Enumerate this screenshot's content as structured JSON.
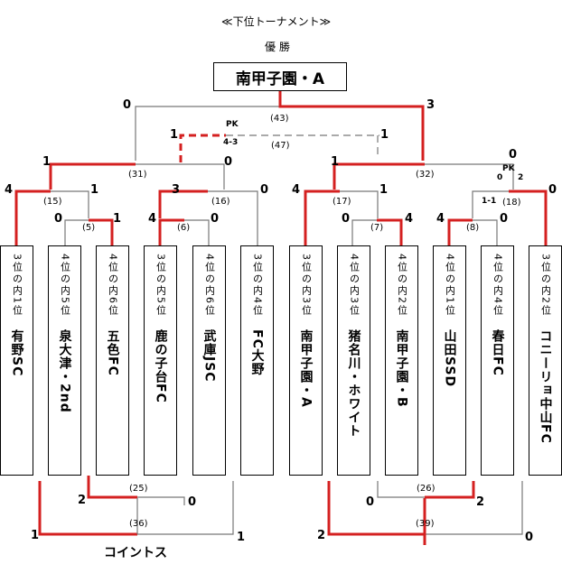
{
  "title": "≪下位トーナメント≫",
  "champion_label": "優 勝",
  "champion": "南甲子園・A",
  "teams": [
    {
      "rank": "3位の内1位",
      "name": "有野SC"
    },
    {
      "rank": "4位の内5位",
      "name": "泉大津・2nd"
    },
    {
      "rank": "4位の内6位",
      "name": "五色FC"
    },
    {
      "rank": "3位の内5位",
      "name": "鹿の子台FC"
    },
    {
      "rank": "4位の内6位",
      "name": "武庫JSC"
    },
    {
      "rank": "3位の内4位",
      "name": "FC大野"
    },
    {
      "rank": "3位の内3位",
      "name": "南甲子園・A"
    },
    {
      "rank": "4位の内3位",
      "name": "猪名川・ホワイト"
    },
    {
      "rank": "4位の内2位",
      "name": "南甲子園・B"
    },
    {
      "rank": "4位の内1位",
      "name": "山田SSD"
    },
    {
      "rank": "4位の内4位",
      "name": "春日FC"
    },
    {
      "rank": "3位の内2位",
      "name": "コニーリョ中山FC"
    }
  ],
  "matches": {
    "m5": {
      "no": "(5)",
      "left": "0",
      "right": "1"
    },
    "m6": {
      "no": "(6)",
      "left": "4",
      "right": "0"
    },
    "m7": {
      "no": "(7)",
      "left": "0",
      "right": "4"
    },
    "m8": {
      "no": "(8)",
      "left": "4",
      "right": "0"
    },
    "m15": {
      "no": "(15)",
      "left": "4",
      "right": "1"
    },
    "m16": {
      "no": "(16)",
      "left": "3",
      "right": "0"
    },
    "m17": {
      "no": "(17)",
      "left": "4",
      "right": "1"
    },
    "m18": {
      "no": "(18)",
      "left": "1-1",
      "right": "0"
    },
    "m31": {
      "no": "(31)",
      "left": "1",
      "right": "0"
    },
    "m32": {
      "no": "(32)",
      "left": "1",
      "right": "0"
    },
    "m43": {
      "no": "(43)",
      "left": "0",
      "right": "3"
    },
    "m47": {
      "no": "(47)",
      "left": "1",
      "right": "1"
    },
    "m25": {
      "no": "(25)",
      "left": "2",
      "right": "0"
    },
    "m26": {
      "no": "(26)",
      "left": "0",
      "right": "2"
    },
    "m36": {
      "no": "(36)",
      "left": "1",
      "right": "1"
    },
    "m39": {
      "no": "(39)",
      "left": "2",
      "right": "0"
    }
  },
  "pk47": {
    "label": "PK",
    "score": "4-3"
  },
  "pk18": {
    "label": "PK",
    "score_left": "0",
    "score_right": "2"
  },
  "coin_toss": "コイントス",
  "colors": {
    "win": "#d42020",
    "lose": "#777777",
    "box": "#000000"
  }
}
